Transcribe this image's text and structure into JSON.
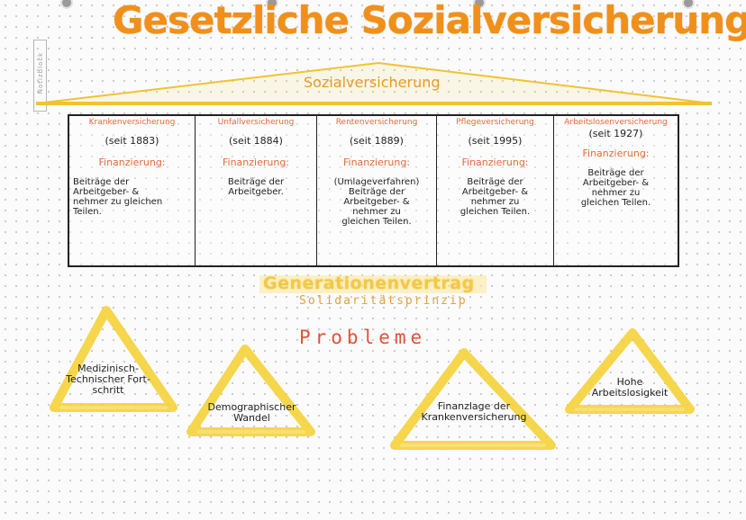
{
  "page": {
    "title": "Gesetzliche Sozialversicherung",
    "roof_label": "Sozialversicherung",
    "brand": "Notizblock"
  },
  "columns": [
    {
      "header": "Krankenversicherung",
      "since": "(seit 1883)",
      "financing_label": "Finanzierung:",
      "financing": "Beiträge der\nArbeitgeber- &\nnehmer zu gleichen\nTeilen."
    },
    {
      "header": "Unfallversicherung",
      "since": "(seit 1884)",
      "financing_label": "Finanzierung:",
      "financing": "Beiträge der\nArbeitgeber."
    },
    {
      "header": "Rentenversicherung",
      "since": "(seit 1889)",
      "financing_label": "Finanzierung:",
      "financing": "(Umlageverfahren)\nBeiträge der\nArbeitgeber- &\nnehmer zu\ngleichen Teilen."
    },
    {
      "header": "Pflegeversicherung",
      "since": "(seit 1995)",
      "financing_label": "Finanzierung:",
      "financing": "Beiträge der\nArbeitgeber- &\nnehmer zu\ngleichen Teilen."
    },
    {
      "header": "Arbeitslosenversicherung",
      "since": "(seit 1927)",
      "financing_label": "Finanzierung:",
      "financing": "Beiträge der\nArbeitgeber- &\nnehmer zu\ngleichen Teilen."
    }
  ],
  "contract": {
    "title": "Generationenvertrag",
    "subtitle": "Solidaritätsprinzip"
  },
  "problems": {
    "heading": "Probleme",
    "items": [
      {
        "label": "Medizinisch-\nTechnischer Fort-\nschritt"
      },
      {
        "label": "Demographischer\nWandel"
      },
      {
        "label": "Finanzlage der\nKrankenversicherung"
      },
      {
        "label": "Hohe\nArbeitslosigkeit"
      }
    ]
  },
  "colors": {
    "title": "#f0901a",
    "accent_red": "#e26a3a",
    "highlight_yellow": "#f5d23a",
    "ink": "#222222"
  }
}
